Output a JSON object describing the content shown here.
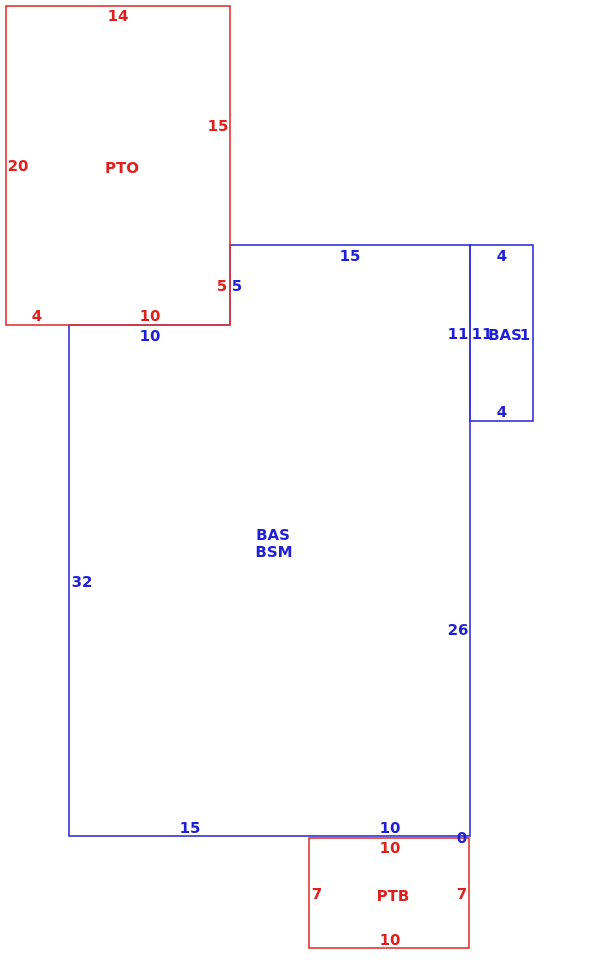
{
  "colors": {
    "living": "#1f1fd6",
    "exterior": "#e0201c",
    "background": "#ffffff"
  },
  "areas": {
    "pto": {
      "name": "PTO",
      "color": "exterior"
    },
    "bas_main": {
      "name": "BAS",
      "sub": "BSM",
      "color": "living"
    },
    "bas_small": {
      "name": "BAS",
      "sub_digit": "1",
      "color": "living"
    },
    "ptb": {
      "name": "PTB",
      "color": "exterior"
    }
  },
  "dimensions": {
    "pto_top": "14",
    "pto_left": "20",
    "pto_right_upper": "15",
    "pto_right_lower": "5",
    "pto_bottom_left": "4",
    "pto_bottom_right": "10",
    "bas_top": "15",
    "bas_notch_right": "5",
    "bas_notch_bottom": "10",
    "bas_left": "32",
    "bas_right": "26",
    "bas_bottom_left": "15",
    "bas_bottom_right": "10",
    "bas_corner": "0",
    "bas1_left_outer": "11",
    "bas1_left_inner": "11",
    "bas1_top": "4",
    "bas1_bottom": "4",
    "ptb_top": "10",
    "ptb_left": "7",
    "ptb_right": "7",
    "ptb_bottom": "10"
  }
}
